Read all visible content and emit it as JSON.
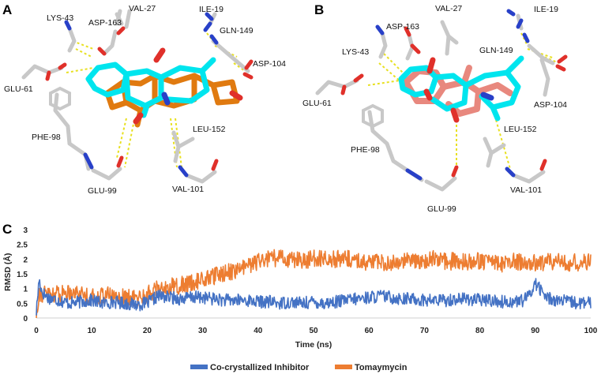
{
  "panels": {
    "A": {
      "letter": "A",
      "residues": [
        "LYS-43",
        "ASP-163",
        "VAL-27",
        "ILE-19",
        "GLN-149",
        "ASP-104",
        "GLU-61",
        "PHE-98",
        "LEU-152",
        "GLU-99",
        "VAL-101"
      ]
    },
    "B": {
      "letter": "B",
      "residues": [
        "VAL-27",
        "ILE-19",
        "ASP-163",
        "LYS-43",
        "GLN-149",
        "GLU-61",
        "ASP-104",
        "LEU-152",
        "PHE-98",
        "GLU-99",
        "VAL-101"
      ]
    },
    "C": {
      "letter": "C"
    }
  },
  "colors": {
    "co_crystallized": "#4472C4",
    "tomaymycin": "#ED7D31",
    "ligand_cyan": "#00E5EE",
    "ligand_orange": "#E07A10",
    "ligand_salmon": "#E8887E",
    "residue_grey": "#C8C8C8",
    "oxygen": "#E0302A",
    "nitrogen": "#2840C8",
    "hbond": "#E8E020"
  },
  "chart_data": {
    "type": "line",
    "xlabel": "Time (ns)",
    "ylabel": "RMSD (Å)",
    "xlim": [
      0,
      100
    ],
    "ylim": [
      0,
      3
    ],
    "xticks": [
      "0",
      "10",
      "20",
      "30",
      "40",
      "50",
      "60",
      "70",
      "80",
      "90",
      "100"
    ],
    "yticks": [
      "0",
      "0.5",
      "1",
      "1.5",
      "2",
      "2.5",
      "3"
    ],
    "grid": false,
    "legend_position": "bottom",
    "series": [
      {
        "name": "Co-crystallized Inhibitor",
        "color": "#4472C4",
        "x": [
          0,
          0.5,
          1,
          2,
          4,
          6,
          8,
          10,
          12,
          14,
          16,
          18,
          20,
          22,
          24,
          26,
          28,
          30,
          32,
          34,
          36,
          38,
          40,
          42,
          44,
          46,
          48,
          50,
          52,
          54,
          56,
          58,
          60,
          62,
          64,
          66,
          68,
          70,
          72,
          74,
          76,
          78,
          80,
          82,
          84,
          86,
          88,
          89,
          90,
          92,
          94,
          96,
          98,
          100
        ],
        "y": [
          0.2,
          1.3,
          0.9,
          0.7,
          0.6,
          0.5,
          0.55,
          0.6,
          0.5,
          0.55,
          0.5,
          0.45,
          0.5,
          0.75,
          0.7,
          0.65,
          0.7,
          0.7,
          0.65,
          0.6,
          0.6,
          0.6,
          0.55,
          0.55,
          0.5,
          0.55,
          0.5,
          0.55,
          0.5,
          0.55,
          0.6,
          0.65,
          0.7,
          0.75,
          0.7,
          0.65,
          0.65,
          0.6,
          0.6,
          0.6,
          0.65,
          0.65,
          0.6,
          0.6,
          0.55,
          0.55,
          0.6,
          0.8,
          1.2,
          0.7,
          0.6,
          0.55,
          0.5,
          0.5
        ]
      },
      {
        "name": "Tomaymycin",
        "color": "#ED7D31",
        "x": [
          0,
          0.5,
          1,
          2,
          4,
          6,
          8,
          10,
          12,
          14,
          16,
          18,
          20,
          22,
          24,
          26,
          28,
          30,
          32,
          34,
          36,
          38,
          40,
          42,
          44,
          46,
          48,
          50,
          52,
          54,
          56,
          58,
          60,
          62,
          64,
          66,
          68,
          70,
          72,
          74,
          76,
          78,
          80,
          82,
          84,
          86,
          88,
          90,
          92,
          94,
          96,
          98,
          100
        ],
        "y": [
          0.1,
          0.9,
          0.8,
          0.85,
          0.8,
          0.9,
          0.85,
          0.7,
          0.8,
          0.75,
          0.7,
          0.65,
          0.8,
          1.0,
          1.05,
          1.1,
          1.2,
          1.3,
          1.4,
          1.55,
          1.6,
          1.75,
          1.9,
          2.0,
          2.05,
          2.0,
          1.95,
          2.0,
          2.05,
          2.0,
          2.0,
          1.95,
          1.9,
          1.85,
          1.9,
          1.95,
          1.9,
          1.95,
          2.0,
          1.9,
          1.95,
          1.9,
          1.95,
          1.9,
          1.85,
          1.9,
          1.9,
          1.85,
          1.9,
          1.95,
          1.85,
          1.9,
          1.9
        ]
      }
    ]
  }
}
